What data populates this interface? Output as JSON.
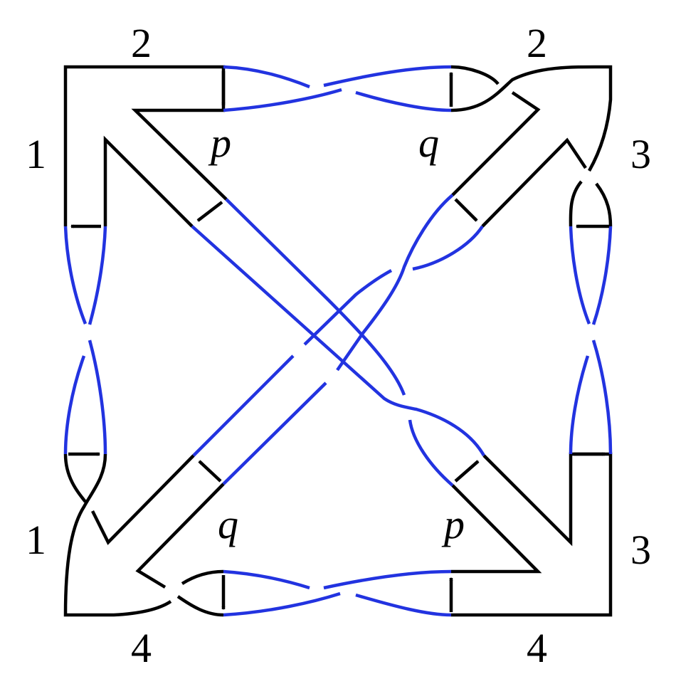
{
  "colors": {
    "black": "#000000",
    "blue": "#2233e0",
    "background": "#ffffff"
  },
  "labels": {
    "top_left": "2",
    "top_right": "2",
    "left_top": "1",
    "left_bottom": "1",
    "right_top": "3",
    "right_bottom": "3",
    "bottom_left": "4",
    "bottom_right": "4",
    "p_top": "p",
    "q_top": "q",
    "q_bottom": "q",
    "p_bottom": "p"
  },
  "icons": [
    "arrow-head-icon"
  ]
}
